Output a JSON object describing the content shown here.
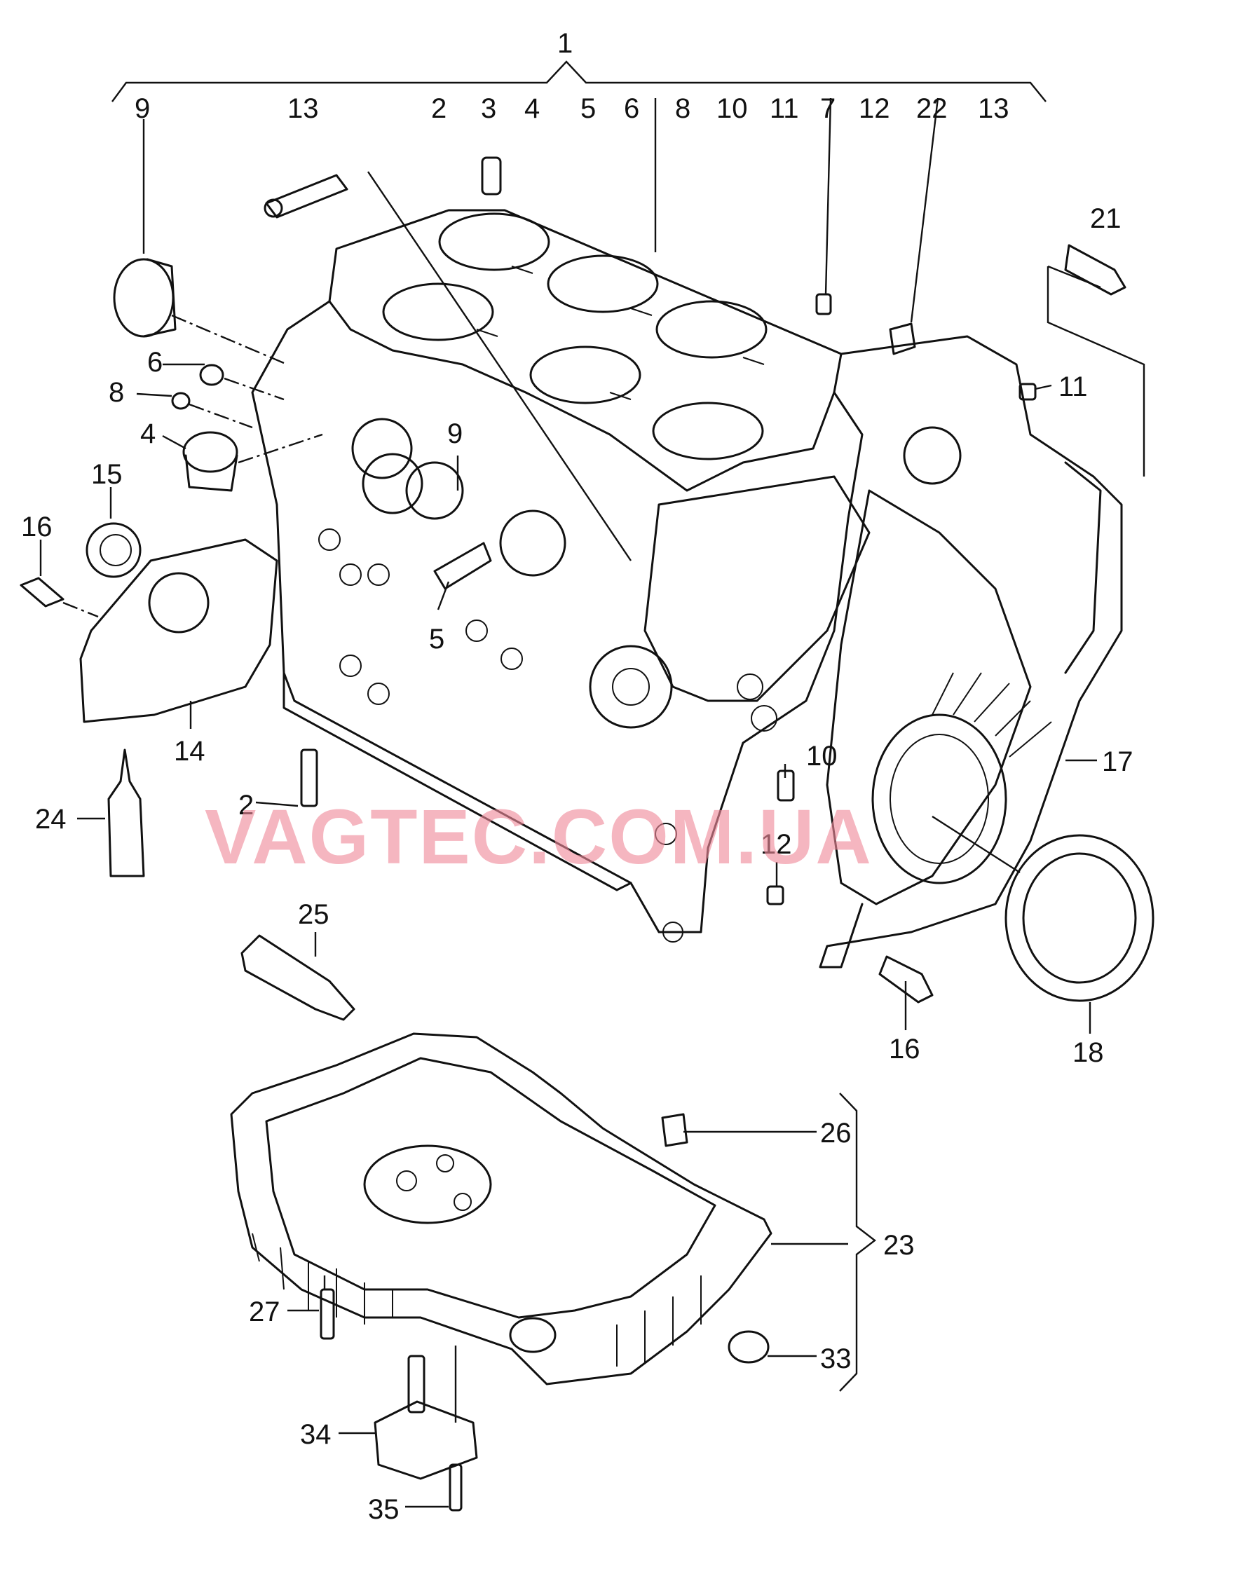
{
  "watermark": "VAGTEC.COM.UA",
  "watermark_color": "#f08a9a",
  "callouts": {
    "c1": "1",
    "c9_top": "9",
    "c13_top_left": "13",
    "c2_top": "2",
    "c3_top": "3",
    "c4_top": "4",
    "c5_top": "5",
    "c6_top": "6",
    "c8_top": "8",
    "c10_top": "10",
    "c11_top": "11",
    "c7_top": "7",
    "c12_top": "12",
    "c22_top": "22",
    "c13_top_right": "13",
    "c21": "21",
    "c11_right": "11",
    "c6_left": "6",
    "c8_left": "8",
    "c4_left": "4",
    "c9_mid": "9",
    "c15": "15",
    "c16_left": "16",
    "c5_mid": "5",
    "c14": "14",
    "c24": "24",
    "c2_mid": "2",
    "c10_mid": "10",
    "c12_mid": "12",
    "c17": "17",
    "c25": "25",
    "c16_right": "16",
    "c18": "18",
    "c26": "26",
    "c23": "23",
    "c27": "27",
    "c33": "33",
    "c34": "34",
    "c35": "35"
  }
}
